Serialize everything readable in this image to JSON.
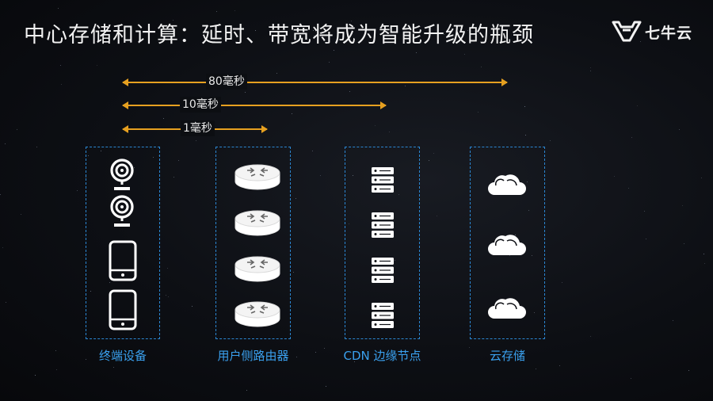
{
  "slide": {
    "title": "中心存储和计算：延时、带宽将成为智能升级的瓶颈",
    "logo_text": "七牛云",
    "logo_icon": "qiniu-logo-icon"
  },
  "latency_arrows": [
    {
      "label": "80毫秒"
    },
    {
      "label": "10毫秒"
    },
    {
      "label": "1毫秒"
    }
  ],
  "columns": [
    {
      "label": "终端设备",
      "icons": [
        "webcam-icon",
        "webcam-icon",
        "smartphone-icon",
        "smartphone-icon"
      ]
    },
    {
      "label": "用户侧路由器",
      "icons": [
        "router-icon",
        "router-icon",
        "router-icon",
        "router-icon"
      ]
    },
    {
      "label": "CDN 边缘节点",
      "icons": [
        "server-icon",
        "server-icon",
        "server-icon",
        "server-icon"
      ]
    },
    {
      "label": "云存储",
      "icons": [
        "cloud-icon",
        "cloud-icon",
        "cloud-icon"
      ]
    }
  ],
  "colors": {
    "accent": "#e6a020",
    "column_border": "#2b86d1",
    "label": "#3aa0ee",
    "title": "#f2f2f2"
  }
}
